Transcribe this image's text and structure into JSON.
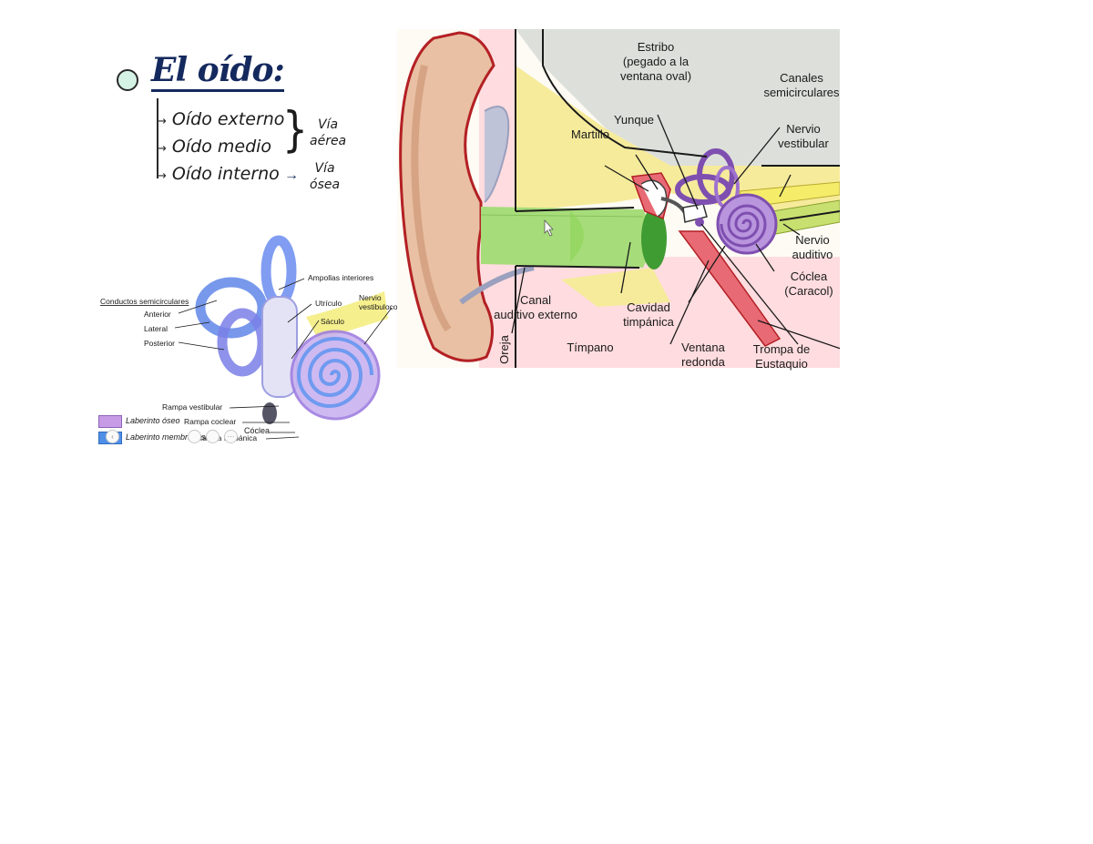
{
  "title": "El oído:",
  "branches": {
    "externo": "Oído externo",
    "medio": "Oído medio",
    "interno": "Oído interno"
  },
  "via_aerea": [
    "Vía",
    "aérea"
  ],
  "via_osea": [
    "Vía",
    "ósea"
  ],
  "anatomy_labels": {
    "estribo": [
      "Estribo",
      "(pegado a la",
      "ventana oval)"
    ],
    "canales": [
      "Canales",
      "semicirculares"
    ],
    "yunque": "Yunque",
    "martillo": "Martillo",
    "nervio_vestibular": [
      "Nervio",
      "vestibular"
    ],
    "nervio_auditivo": [
      "Nervio",
      "auditivo"
    ],
    "coclea": [
      "Cóclea",
      "(Caracol)"
    ],
    "canal": [
      "Canal",
      "auditivo externo"
    ],
    "cavidad": [
      "Cavidad",
      "timpánica"
    ],
    "timpano": "Tímpano",
    "ventana": [
      "Ventana",
      "redonda"
    ],
    "trompa": [
      "Trompa de",
      "Eustaquio"
    ],
    "oreja": "Oreja"
  },
  "inner_ear_labels": {
    "conductos": "Conductos semicirculares",
    "anterior": "Anterior",
    "lateral": "Lateral",
    "posterior": "Posterior",
    "ampollas": "Ampollas interiores",
    "utriculo": "Utrículo",
    "saculo": "Sáculo",
    "nervio": [
      "Nervio",
      "vestibulococlear"
    ],
    "rampa_vestibular": "Rampa vestibular",
    "rampa_coclear": "Rampa coclear",
    "rampa_timpanica": "Rampa timpánica",
    "coclea": "Cóclea"
  },
  "legend": {
    "oseo": "Laberinto óseo",
    "membranoso": "Laberinto membranoso"
  },
  "colors": {
    "title": "#14295e",
    "skin": "#e9c0a3",
    "ear_outline": "#b32024",
    "bone": "#f5ec9c",
    "canal": "#8ed455",
    "membrane": "#ffd9dc",
    "labyrinth": "#7e4fb0",
    "labyrinth_fill": "#b995de",
    "nerve": "#f5ec6a",
    "tube": "#e86a75",
    "legend_oseo": "#c79be5",
    "legend_membranoso": "#4f8fe6"
  }
}
